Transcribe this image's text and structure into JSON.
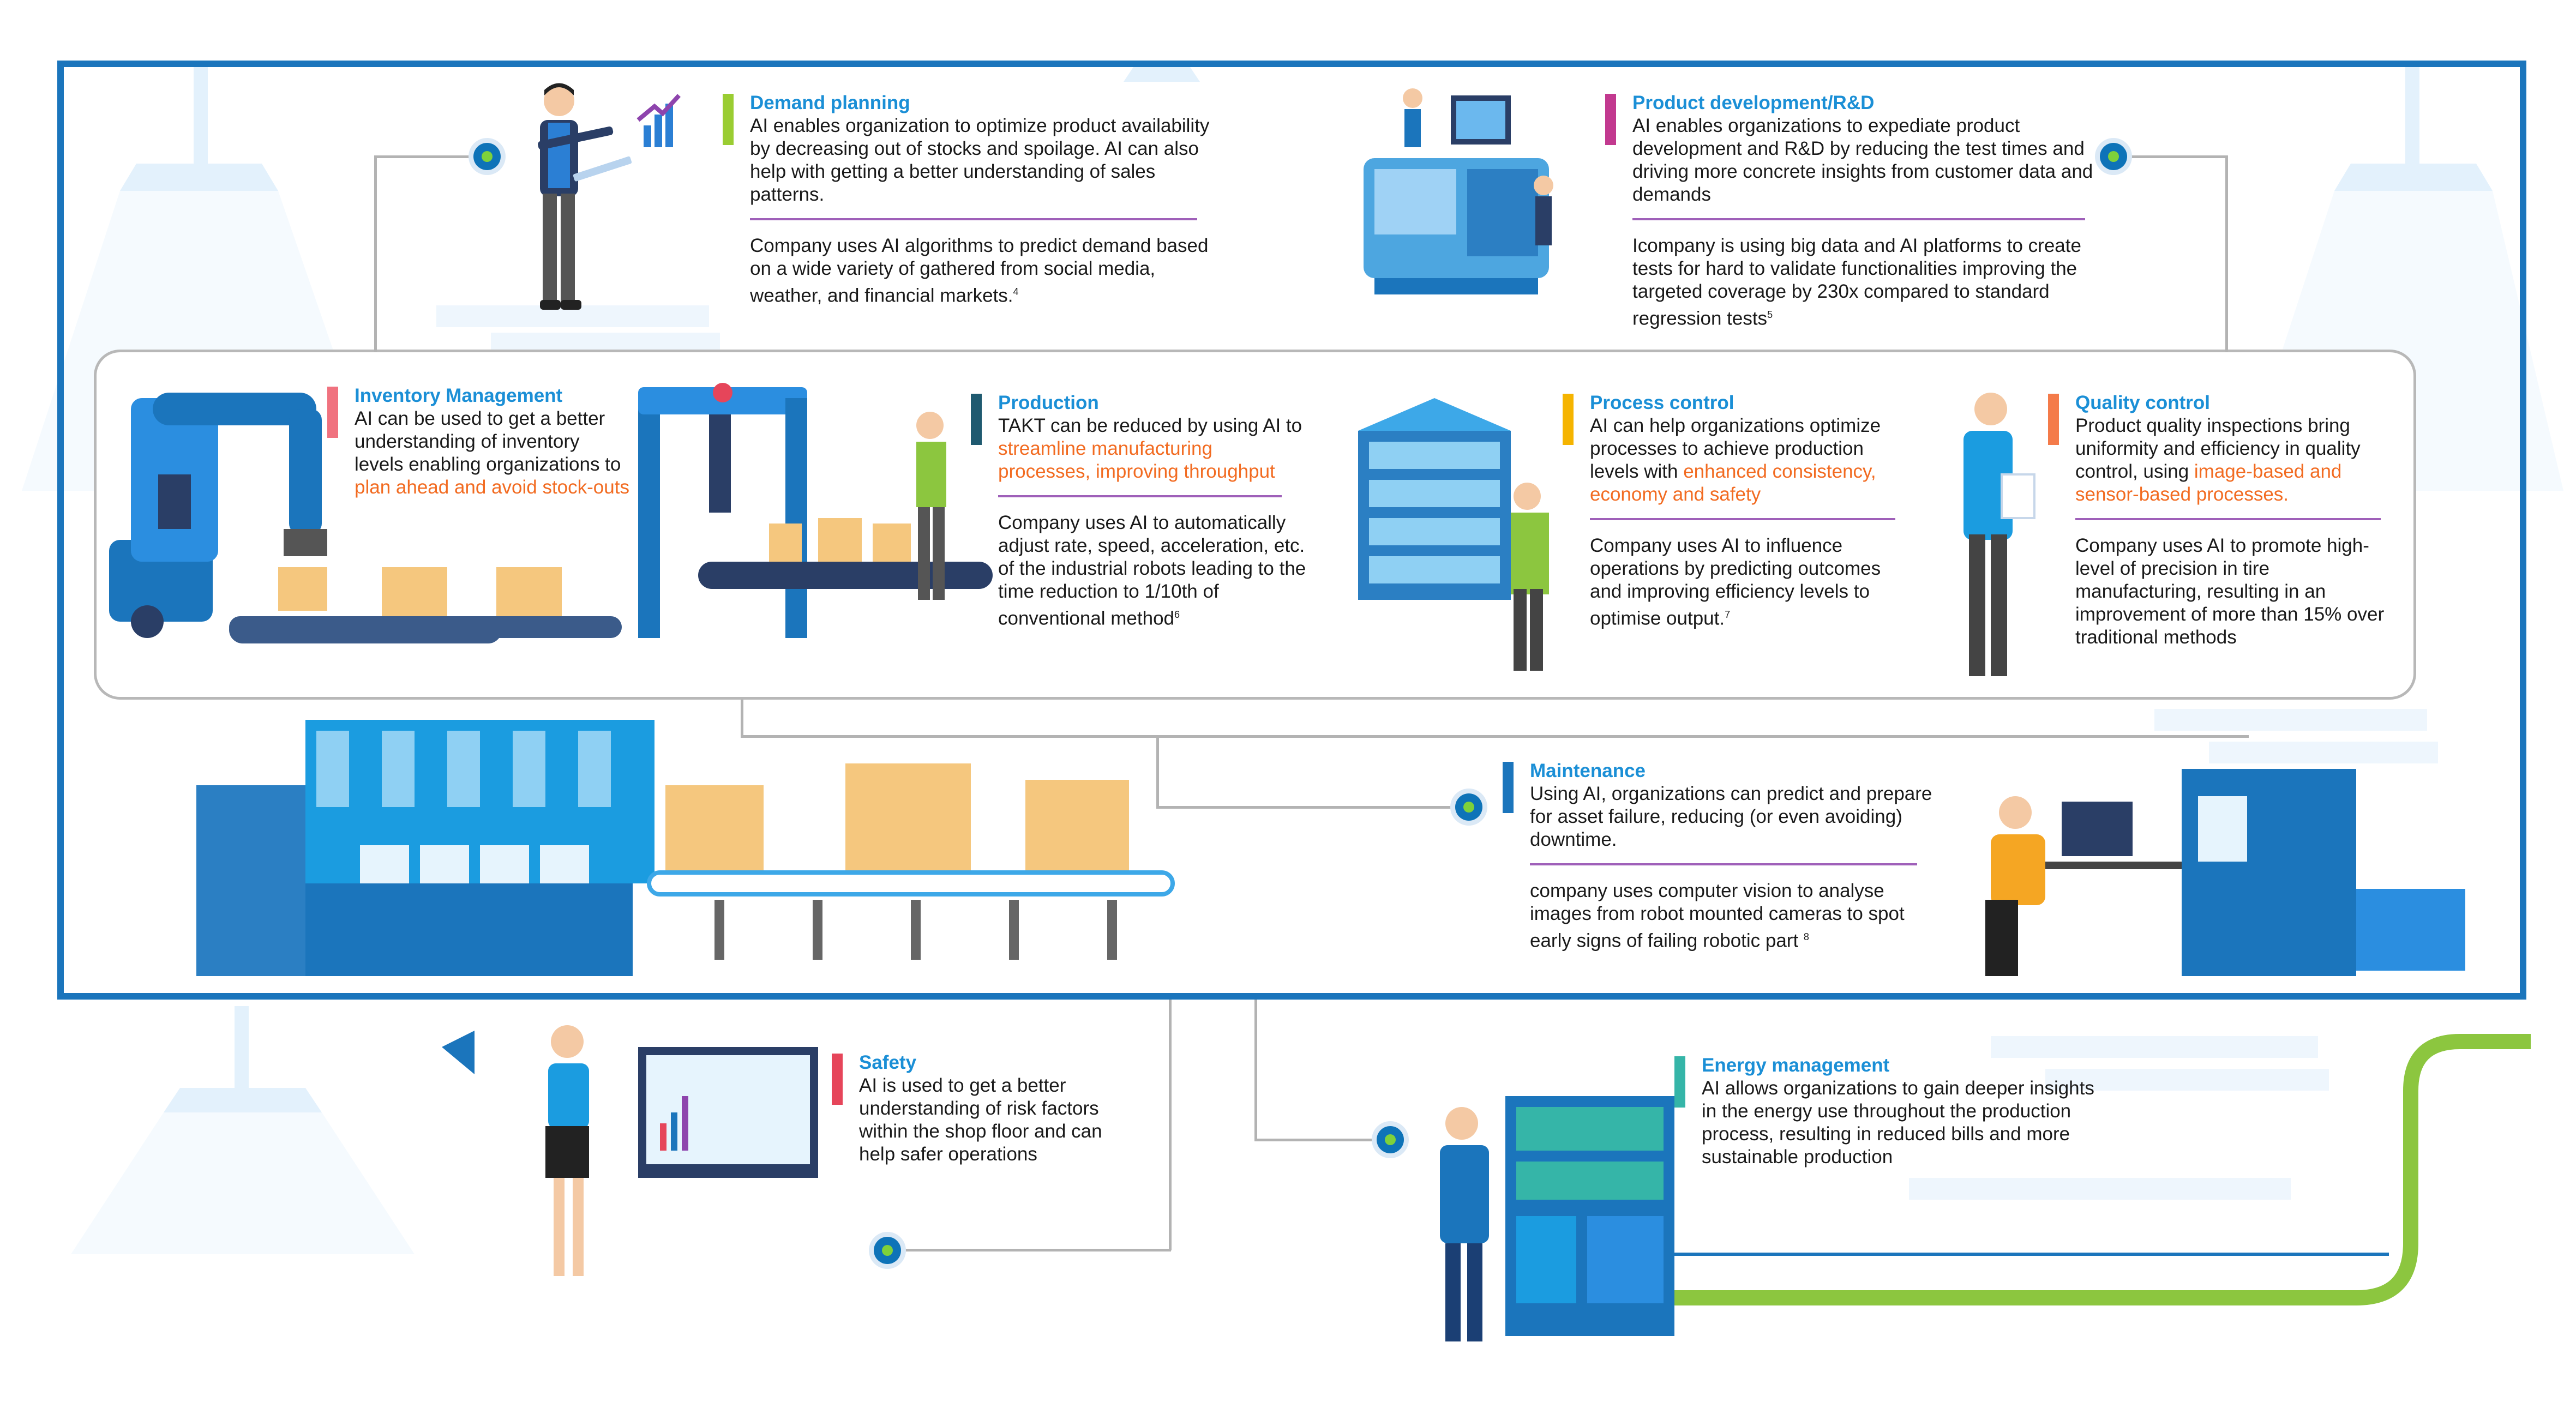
{
  "colors": {
    "frame": "#1b75bc",
    "title": "#1b8fd6",
    "highlight": "#f26b21",
    "separator": "#8e44ad",
    "energy_line": "#8cc63f"
  },
  "sections": {
    "demand_planning": {
      "title": "Demand planning",
      "bar_color": "#9acd32",
      "body": "AI enables organization to optimize product availability by decreasing out of stocks and spoilage. AI can also help with getting a better understanding of sales patterns.",
      "example": "Company uses AI algorithms to predict demand based on a wide variety of gathered from social media, weather, and financial markets.",
      "note": "4"
    },
    "product_development": {
      "title": "Product development/R&D",
      "bar_color": "#c2398f",
      "body": "AI enables organizations to expediate product development and R&D by reducing the test times and driving more concrete insights from customer data and demands",
      "example": "Icompany is using big data and AI platforms to create tests for hard to validate functionalities improving the targeted coverage by 230x compared to standard regression tests",
      "note": "5"
    },
    "inventory_management": {
      "title": "Inventory Management",
      "bar_color": "#f0727f",
      "body": "AI can be used to get a better understanding of inventory levels enabling organizations to",
      "highlight": "plan ahead and avoid stock-outs"
    },
    "production": {
      "title": "Production",
      "bar_color": "#1f5a70",
      "body": "TAKT can be reduced by using AI to",
      "highlight": "streamline manufacturing processes, improving throughput",
      "example": "Company uses AI to automatically adjust rate, speed, acceleration, etc. of the industrial robots leading to the time reduction to 1/10th of conventional method",
      "note": "6"
    },
    "process_control": {
      "title": "Process control",
      "bar_color": "#f5b400",
      "body": "AI can help organizations optimize processes to achieve production levels with",
      "highlight": "enhanced consistency, economy and safety",
      "example": "Company uses AI to influence operations by predicting outcomes and improving efficiency levels to optimise output.",
      "note": "7"
    },
    "quality_control": {
      "title": "Quality control",
      "bar_color": "#f47b4a",
      "body": "Product quality inspections bring uniformity and efficiency in quality control, using",
      "highlight": "image-based and sensor-based processes.",
      "example": "Company uses AI to promote high-level of precision in tire manufacturing, resulting in an improvement of more than 15% over traditional methods"
    },
    "maintenance": {
      "title": "Maintenance",
      "bar_color": "#1b75bc",
      "body": "Using AI, organizations can predict and prepare for asset failure, reducing (or even avoiding) downtime.",
      "example": "company uses computer vision to analyse images from robot mounted cameras to spot early signs of failing robotic part",
      "note": "8"
    },
    "safety": {
      "title": "Safety",
      "bar_color": "#e6455a",
      "body": "AI is used to get a better understanding of risk factors within the shop floor and can help safer operations"
    },
    "energy_management": {
      "title": "Energy management",
      "bar_color": "#35b5a8",
      "body": "AI allows organizations to gain deeper insights in the energy use throughout the production process, resulting in reduced bills and more sustainable production"
    }
  }
}
